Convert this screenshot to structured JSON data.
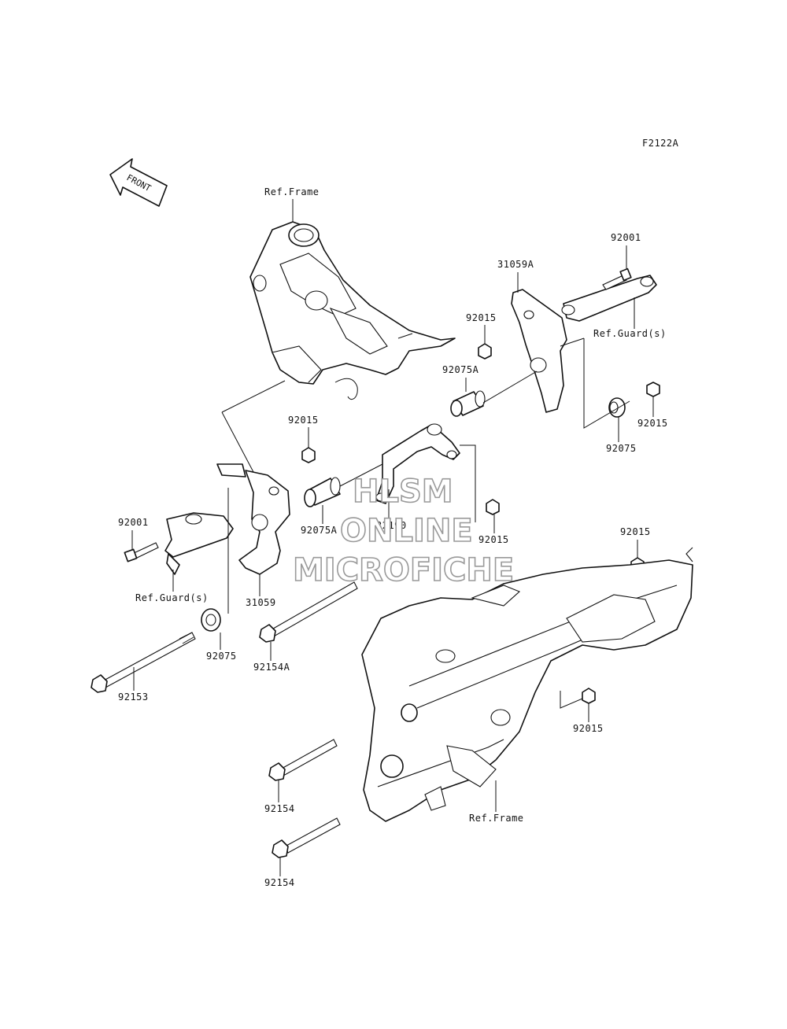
{
  "diagram_code": "F2122A",
  "front_arrow_label": "FRONT",
  "watermark": {
    "line1": "HLSM",
    "line2": "ONLINE",
    "line3": "MICROFICHE"
  },
  "labels": {
    "ref_frame_top": "Ref.Frame",
    "ref_frame_bottom": "Ref.Frame",
    "ref_guard_right": "Ref.Guard(s)",
    "ref_guard_left": "Ref.Guard(s)",
    "p92001_right": "92001",
    "p92001_left": "92001",
    "p31059A": "31059A",
    "p31059": "31059",
    "p92015_a": "92015",
    "p92015_b": "92015",
    "p92015_c": "92015",
    "p92015_d": "92015",
    "p92015_e": "92015",
    "p92015_f": "92015",
    "p92075A_right": "92075A",
    "p92075A_left": "92075A",
    "p92075_right": "92075",
    "p92075_left": "92075",
    "p32190": "32190",
    "p92154A": "92154A",
    "p92153": "92153",
    "p92154_top": "92154",
    "p92154_bottom": "92154"
  }
}
